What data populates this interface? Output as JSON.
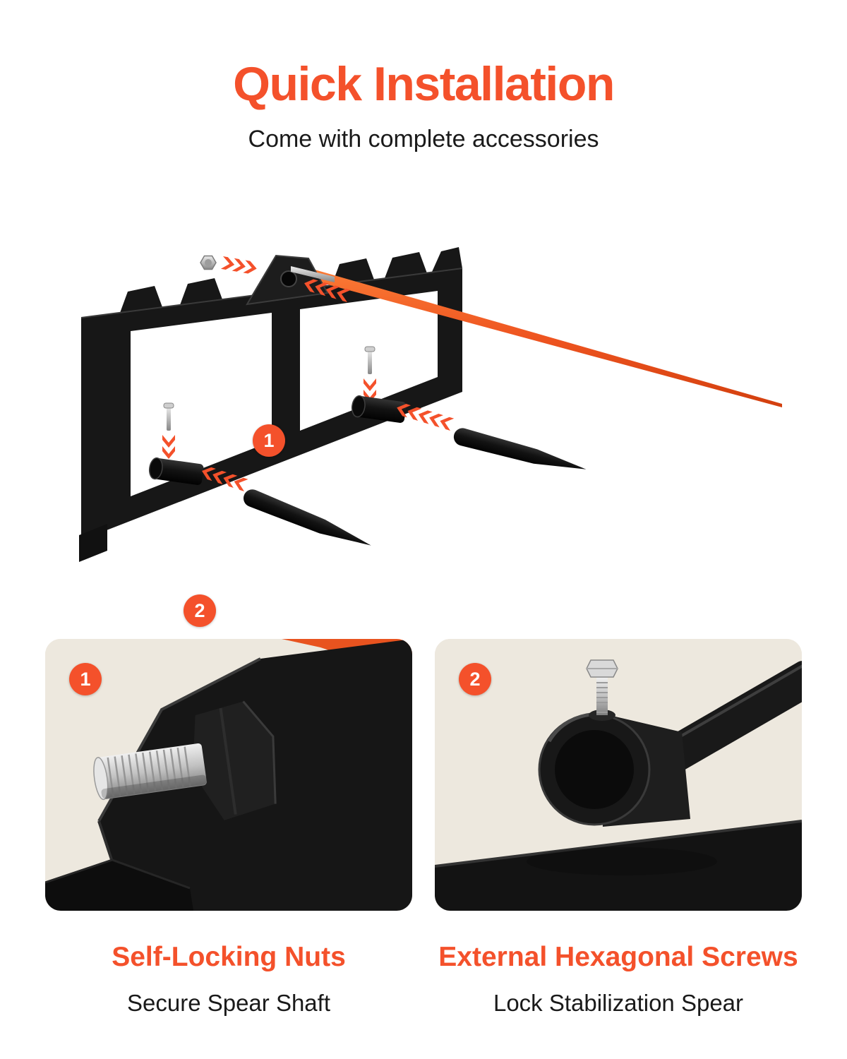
{
  "header": {
    "title": "Quick Installation",
    "subtitle": "Come with complete accessories"
  },
  "colors": {
    "accent": "#F4512B",
    "panel_bg": "#EDE8DE",
    "frame_black": "#171717",
    "spear_orange": "#EE5420",
    "text_dark": "#1A1A1A",
    "page_bg": "#FFFFFF"
  },
  "diagram": {
    "callouts": [
      {
        "number": "1"
      },
      {
        "number": "2"
      }
    ]
  },
  "features": [
    {
      "number": "1",
      "title": "Self-Locking Nuts",
      "description": "Secure Spear Shaft"
    },
    {
      "number": "2",
      "title": "External Hexagonal Screws",
      "description": "Lock Stabilization Spear"
    }
  ]
}
